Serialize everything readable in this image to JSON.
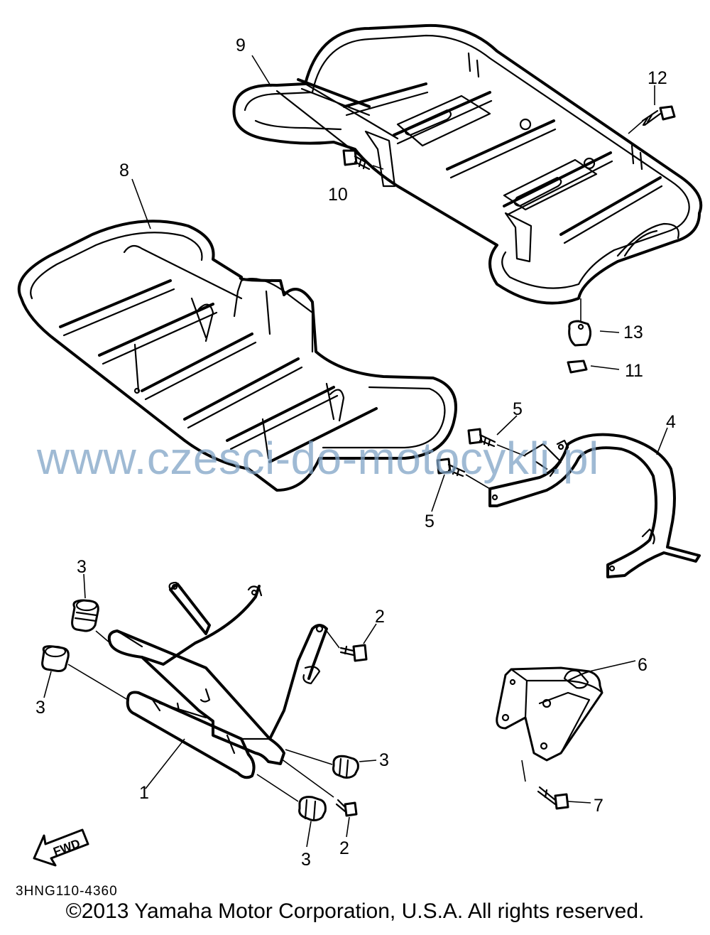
{
  "diagram": {
    "callouts": {
      "c1": "1",
      "c2a": "2",
      "c2b": "2",
      "c3a": "3",
      "c3b": "3",
      "c3c": "3",
      "c3d": "3",
      "c4": "4",
      "c5a": "5",
      "c5b": "5",
      "c6": "6",
      "c7": "7",
      "c8": "8",
      "c9": "9",
      "c10": "10",
      "c11": "11",
      "c12": "12",
      "c13": "13"
    },
    "fwd_label": "FWD",
    "drawing_code": "3HNG110-4360"
  },
  "watermark": "www.czesci-do-motocykli.pl",
  "copyright": "©2013 Yamaha Motor Corporation, U.S.A. All rights reserved."
}
